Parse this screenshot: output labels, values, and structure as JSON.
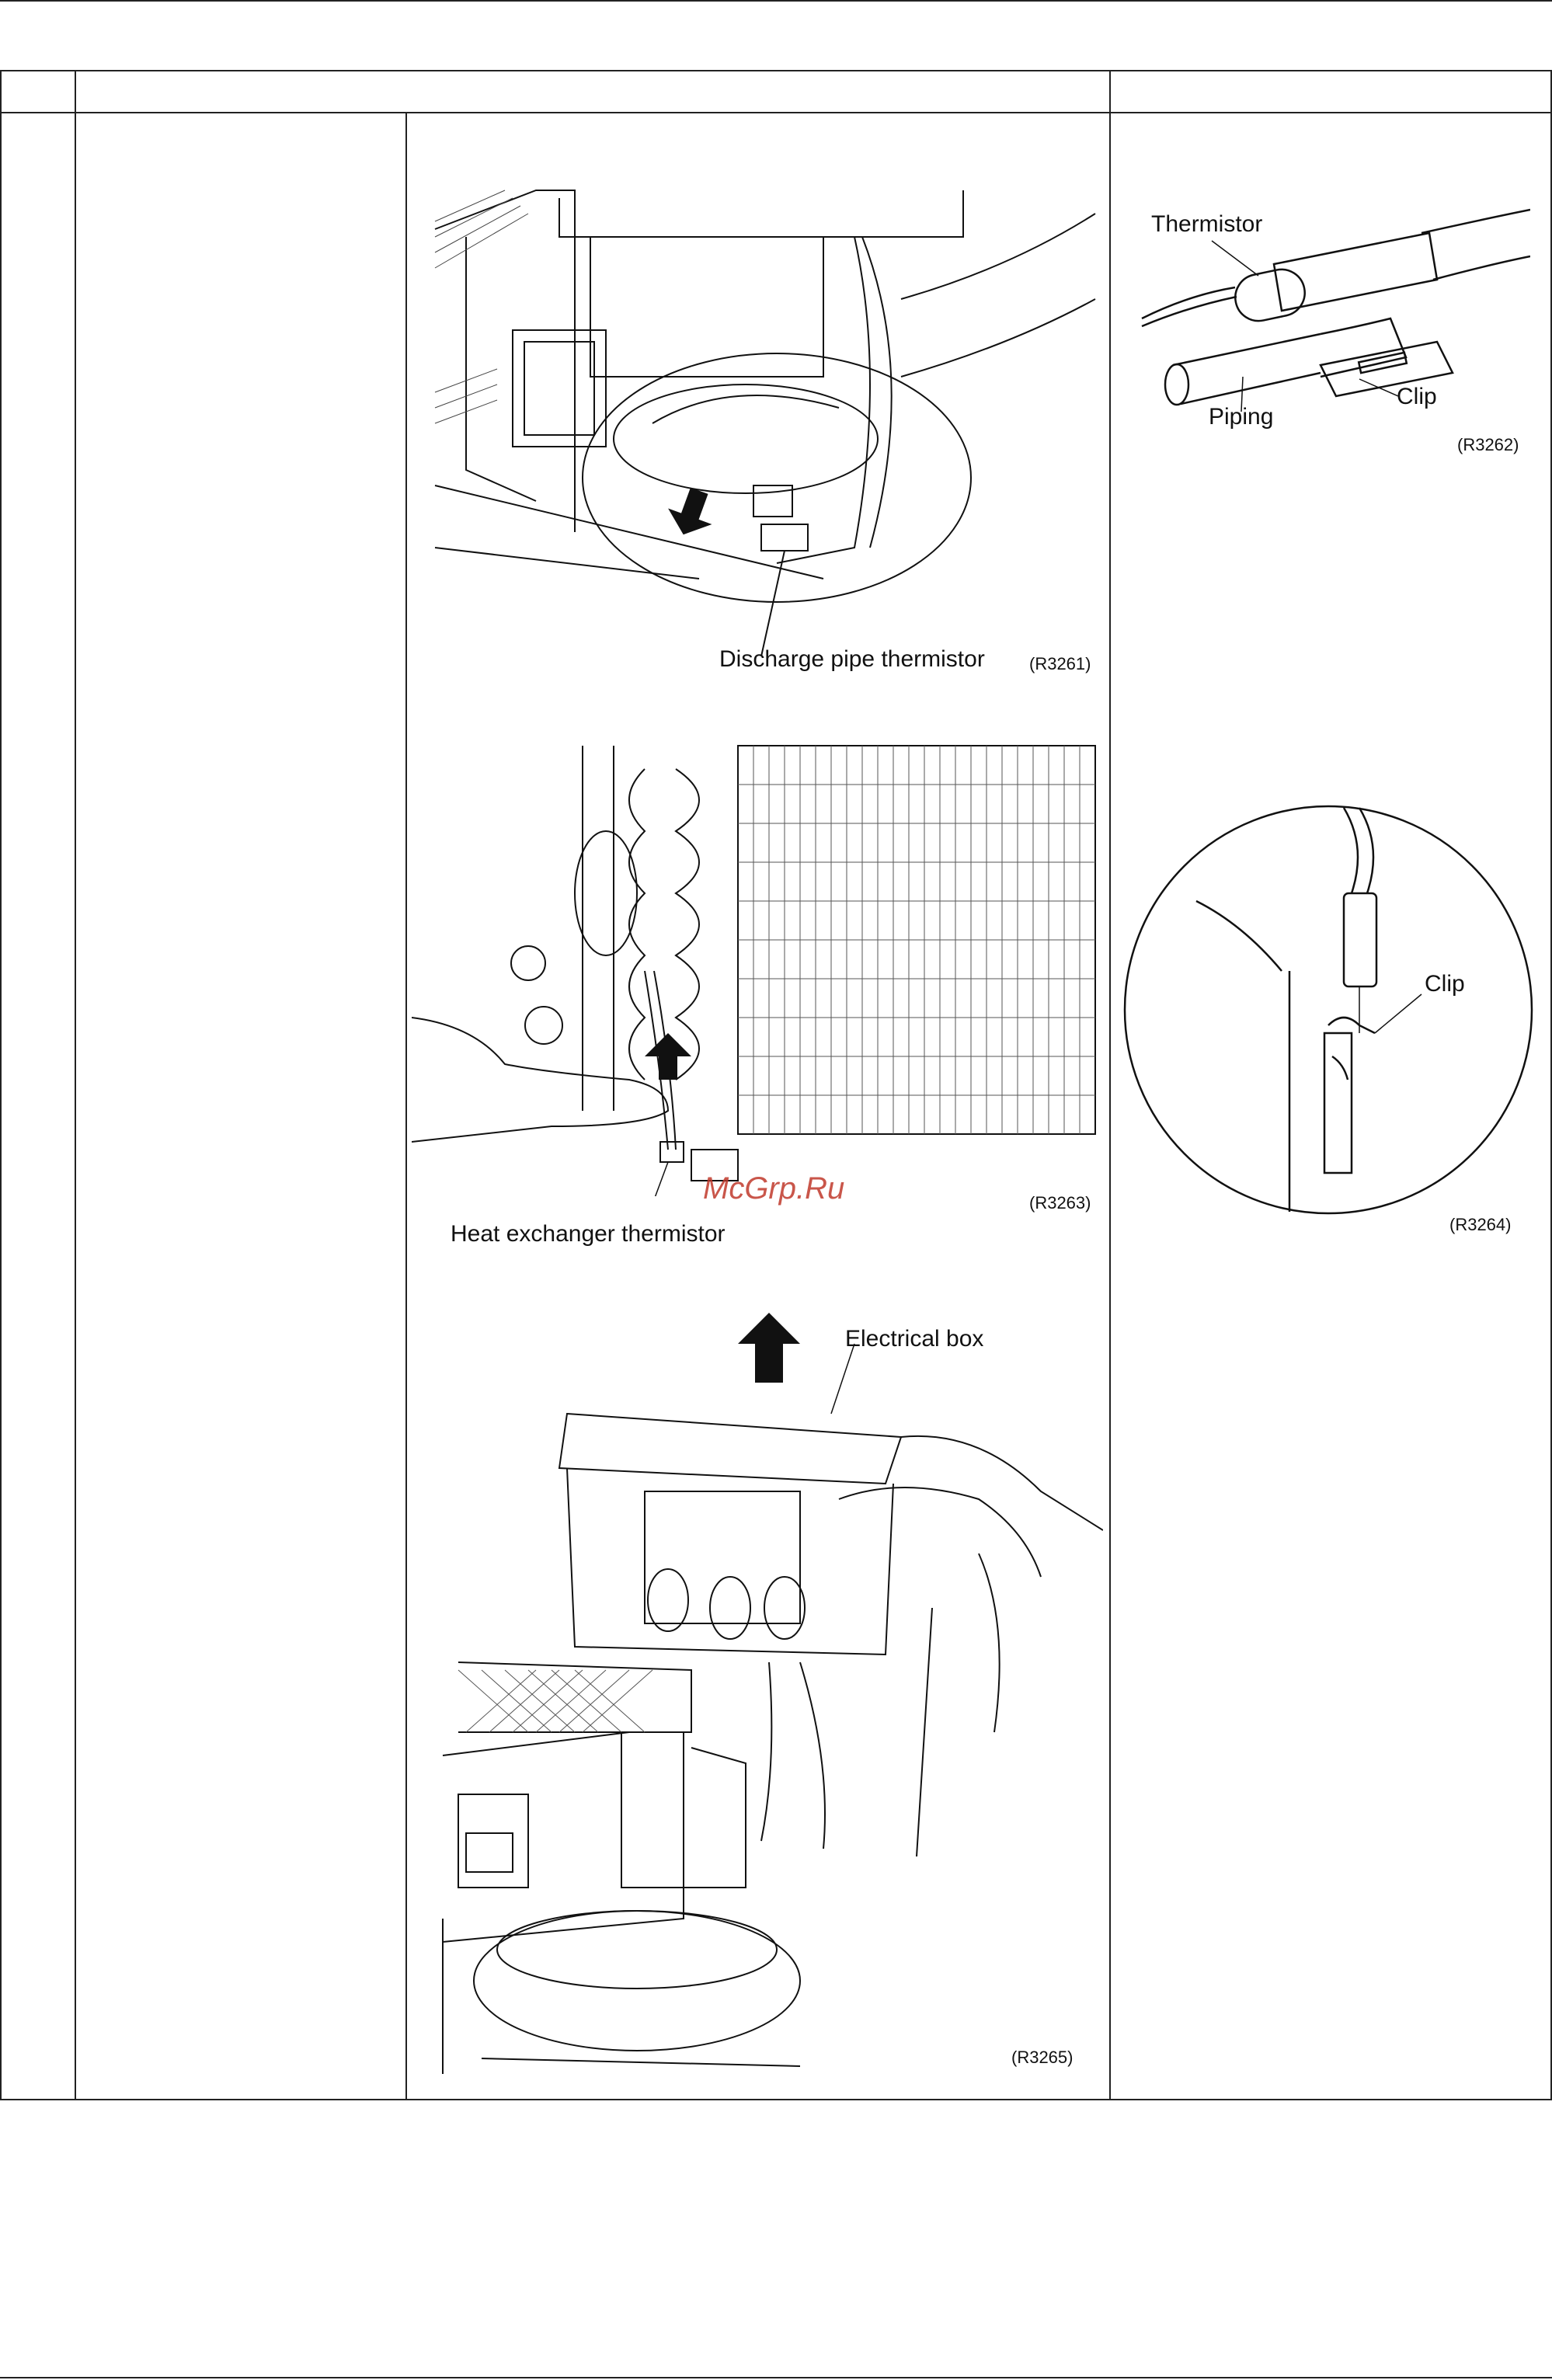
{
  "figures": {
    "r3261": {
      "label": "Discharge pipe thermistor",
      "code": "(R3261)"
    },
    "r3262": {
      "thermistor": "Thermistor",
      "clip": "Clip",
      "piping": "Piping",
      "code": "(R3262)"
    },
    "r3263": {
      "label": "Heat exchanger thermistor",
      "code": "(R3263)"
    },
    "r3264": {
      "clip": "Clip",
      "code": "(R3264)"
    },
    "r3265": {
      "label": "Electrical box",
      "code": "(R3265)"
    }
  },
  "watermark": "McGrp.Ru"
}
